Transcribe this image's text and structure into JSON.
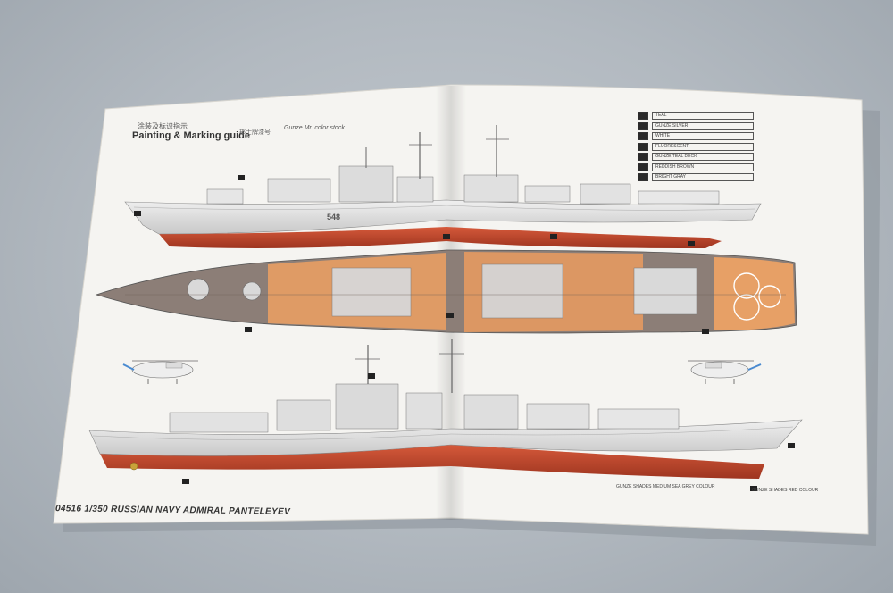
{
  "image": {
    "description_free": true
  },
  "sheet": {
    "header_cn": "涂装及标识指示",
    "header_en": "Painting & Marking guide",
    "header_mid": "郡士牌漆号",
    "header_gunze": "Gunze Mr. color stock",
    "footer_title": "04516 1/350 RUSSIAN NAVY  ADMIRAL PANTELEYEV",
    "legend": [
      "TEAL",
      "GUNZE SILVER",
      "WHITE",
      "FLUORESCENT",
      "GUNZE TEAL DECK",
      "REDDISH BROWN",
      "BRIGHT GRAY"
    ],
    "footnote_left": "GUNZE SHADES MEDIUM SEA GREY COLOUR",
    "footnote_right": "GUNZE SHADES RED COLOUR"
  },
  "colors": {
    "paper": "#f4f3f0",
    "hull_red": "#c1492b",
    "hull_grey": "#d9d9d9",
    "deck_brown": "#8a7a72",
    "deck_orange": "#e59c62",
    "background": "#b2b9c0"
  }
}
